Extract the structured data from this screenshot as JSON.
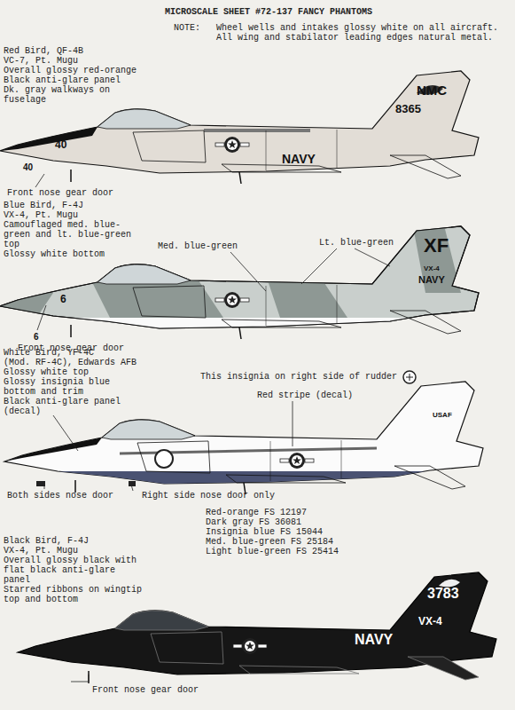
{
  "diagram": {
    "title": "MICROSCALE SHEET #72-137 FANCY PHANTOMS",
    "labels": [
      "NOTE:",
      "Wheel wells and intakes glossy white on all aircraft. All wing and stabilator leading edges natural metal.",
      "Red Bird, QF-4B",
      "VC-7, Pt. Mugu",
      "Overall glossy red-orange",
      "Black anti-glare panel",
      "Dk. gray walkways on fuselage",
      "8365",
      "NMC",
      "NAVY",
      "40",
      "40",
      "Front nose gear door",
      "Blue Bird, F-4J",
      "VX-4, Pt. Mugu",
      "Camouflaged med. blue-green and lt. blue-green top",
      "Glossy white bottom",
      "Med. blue-green",
      "Lt. blue-green",
      "XF",
      "VX-4",
      "NAVY",
      "6",
      "6",
      "Front nose gear door",
      "White Bird, YF-4C",
      "(Mod. RF-4C), Edwards AFB",
      "Glossy white top",
      "Glossy insignia blue bottom and trim",
      "Black anti-glare panel (decal)",
      "This insignia on right side of rudder",
      "Red stripe (decal)",
      "USAF",
      "Both sides nose door",
      "Right side nose door only",
      "Red-orange FS 12197",
      "Dark gray FS 36081",
      "Insignia blue FS 15044",
      "Med. blue-green FS 25184",
      "Light blue-green FS 25414",
      "Black Bird, F-4J",
      "VX-4, Pt. Mugu",
      "Overall glossy black with flat black anti-glare panel",
      "Starred ribbons on wingtip top and bottom",
      "3783",
      "VX-4",
      "NAVY",
      "Front nose gear door"
    ]
  }
}
